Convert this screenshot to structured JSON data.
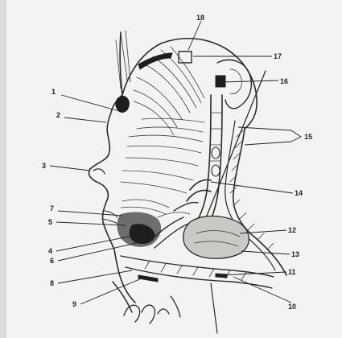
{
  "labels": [
    {
      "id": "1",
      "text": "1"
    },
    {
      "id": "2",
      "text": "2"
    },
    {
      "id": "3",
      "text": "3"
    },
    {
      "id": "4",
      "text": "4"
    },
    {
      "id": "5",
      "text": "5"
    },
    {
      "id": "6",
      "text": "6"
    },
    {
      "id": "7",
      "text": "7"
    },
    {
      "id": "8",
      "text": "8"
    },
    {
      "id": "9",
      "text": "9"
    },
    {
      "id": "10",
      "text": "10"
    },
    {
      "id": "11",
      "text": "11"
    },
    {
      "id": "12",
      "text": "12"
    },
    {
      "id": "13",
      "text": "13"
    },
    {
      "id": "14",
      "text": "14"
    },
    {
      "id": "15",
      "text": "15"
    },
    {
      "id": "16",
      "text": "16"
    },
    {
      "id": "17",
      "text": "17"
    },
    {
      "id": "18",
      "text": "18"
    }
  ],
  "colors": {
    "paper": "#f3f3f1",
    "ink": "#2a2a2a",
    "shade": "#6d6d6d"
  }
}
